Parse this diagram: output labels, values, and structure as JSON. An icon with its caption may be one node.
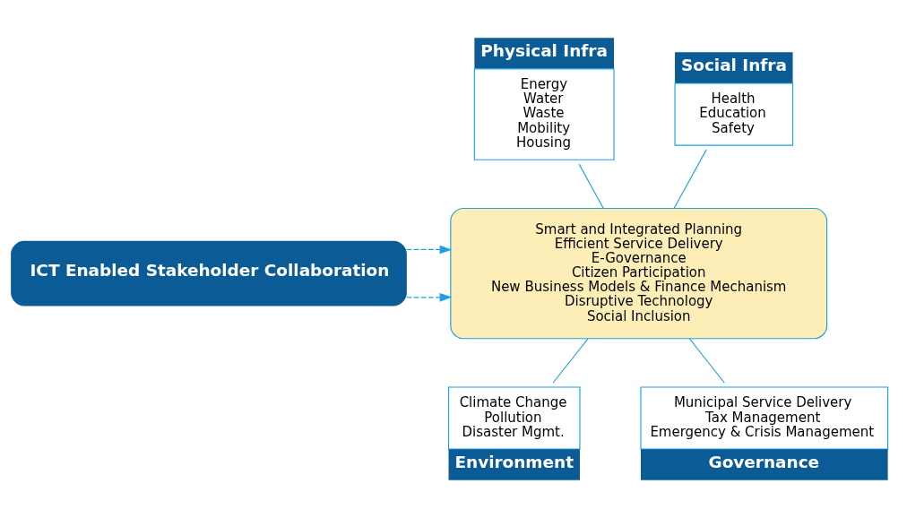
{
  "diagram": {
    "nodes": [
      {
        "text": [
          "Physical Infra",
          "Energy",
          "Water",
          "Waste",
          "Mobility",
          "Housing"
        ]
      },
      {
        "text": [
          "Social Infra",
          "Health",
          "Education",
          "Safety"
        ]
      },
      {
        "text": [
          "ICT Enabled Stakeholder Collaboration"
        ]
      },
      {
        "text": [
          "Smart and Integrated Planning",
          "Efficient Service Delivery",
          "E-Governance",
          "Citizen Participation",
          "New Business Models & Finance Mechanism",
          "Disruptive Technology",
          "Social Inclusion"
        ]
      },
      {
        "text": [
          "Climate Change",
          "Pollution",
          "Disaster Mgmt.",
          "Environment"
        ]
      },
      {
        "text": [
          "Municipal Service Delivery",
          "Tax Management",
          "Emergency & Crisis Management",
          "Governance"
        ]
      }
    ],
    "edges": [
      {
        "from": 0,
        "to": 3,
        "arrow": "none"
      },
      {
        "from": 1,
        "to": 3,
        "arrow": "none"
      },
      {
        "from": 2,
        "to": 3,
        "arrow": "to",
        "style": "dashed",
        "color": "#1ba1e2"
      },
      {
        "from": 2,
        "to": 3,
        "arrow": "to",
        "style": "dashed",
        "color": "#1ba1e2"
      },
      {
        "from": 4,
        "to": 3,
        "arrow": "none"
      },
      {
        "from": 5,
        "to": 3,
        "arrow": "none"
      }
    ]
  }
}
